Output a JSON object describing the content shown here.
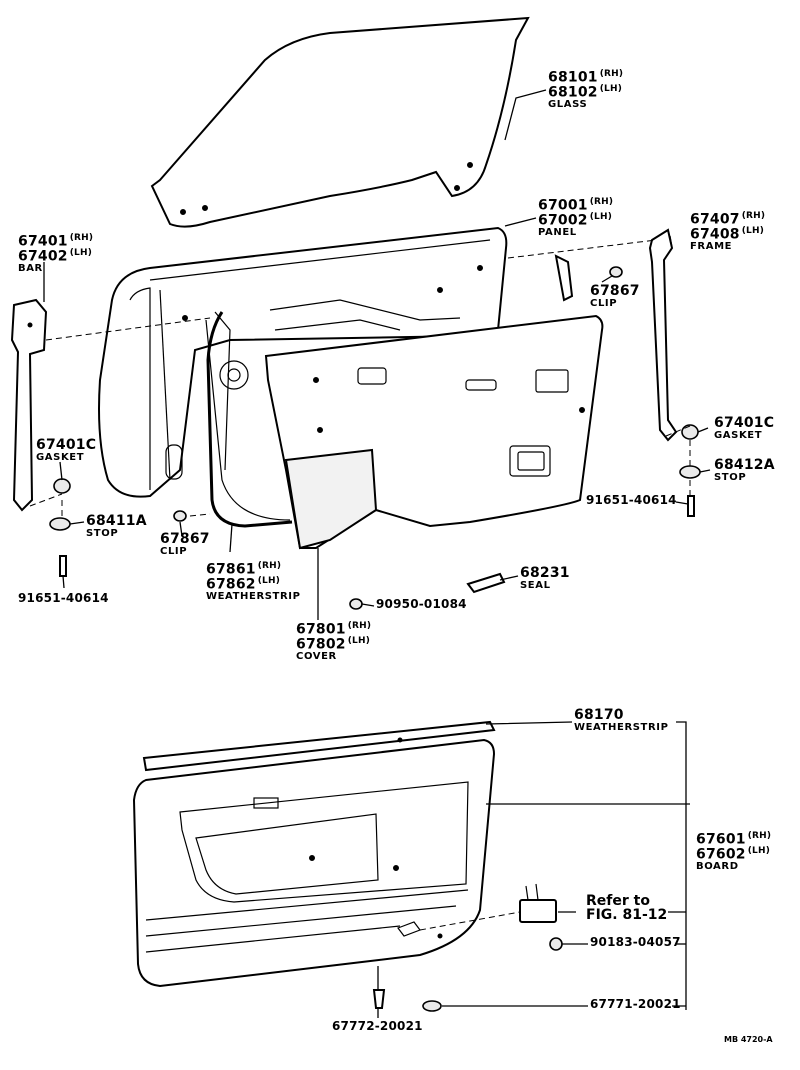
{
  "parts": {
    "glass": {
      "num1": "68101",
      "suf1": "(RH)",
      "num2": "68102",
      "suf2": "(LH)",
      "name": "GLASS"
    },
    "panel": {
      "num1": "67001",
      "suf1": "(RH)",
      "num2": "67002",
      "suf2": "(LH)",
      "name": "PANEL"
    },
    "bar": {
      "num1": "67401",
      "suf1": "(RH)",
      "num2": "67402",
      "suf2": "(LH)",
      "name": "BAR"
    },
    "frame": {
      "num1": "67407",
      "suf1": "(RH)",
      "num2": "67408",
      "suf2": "(LH)",
      "name": "FRAME"
    },
    "clip_right": {
      "num": "67867",
      "name": "CLIP"
    },
    "gasket_right": {
      "num": "67401C",
      "name": "GASKET"
    },
    "stop_right": {
      "num": "68412A",
      "name": "STOP"
    },
    "bolt_right": {
      "num": "91651-40614"
    },
    "gasket_left": {
      "num": "67401C",
      "name": "GASKET"
    },
    "stop_left": {
      "num": "68411A",
      "name": "STOP"
    },
    "clip_left": {
      "num": "67867",
      "name": "CLIP"
    },
    "bolt_left": {
      "num": "91651-40614"
    },
    "weatherstrip_door": {
      "num1": "67861",
      "suf1": "(RH)",
      "num2": "67862",
      "suf2": "(LH)",
      "name": "WEATHERSTRIP"
    },
    "seal": {
      "num": "68231",
      "name": "SEAL"
    },
    "screw": {
      "num": "90950-01084"
    },
    "cover": {
      "num1": "67801",
      "suf1": "(RH)",
      "num2": "67802",
      "suf2": "(LH)",
      "name": "COVER"
    },
    "weatherstrip_board": {
      "num": "68170",
      "name": "WEATHERSTRIP"
    },
    "board": {
      "num1": "67601",
      "suf1": "(RH)",
      "num2": "67602",
      "suf2": "(LH)",
      "name": "BOARD"
    },
    "refer": {
      "line1": "Refer to",
      "line2": "FIG. 81-12"
    },
    "screw_board": {
      "num": "90183-04057"
    },
    "clip_board_right": {
      "num": "67771-20021"
    },
    "clip_board_bottom": {
      "num": "67772-20021"
    }
  },
  "footer": {
    "code": "MB 4720-A"
  }
}
